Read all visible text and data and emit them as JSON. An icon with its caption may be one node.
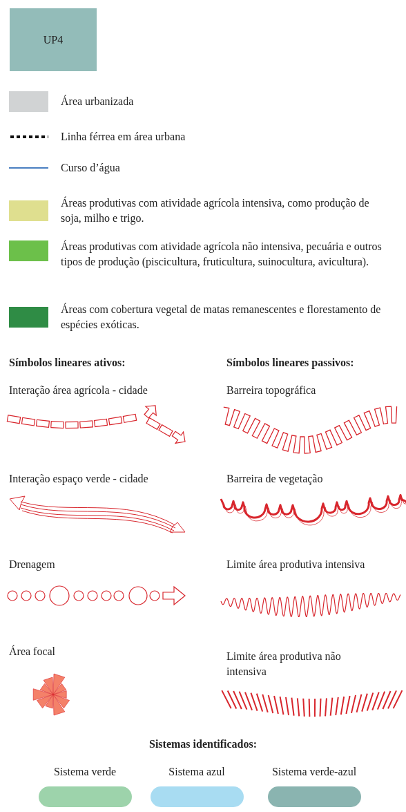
{
  "diagram": {
    "nodes": [
      {
        "text": [
          "UP4"
        ]
      }
    ],
    "labels": [
      "Símbolos lineares ativos:",
      "Símbolos lineares passivos:",
      "Sistemas identificados:"
    ],
    "legend": [
      {
        "text": "Área urbanizada",
        "color": "#d1d3d4"
      },
      {
        "text": "Linha férrea em área urbana"
      },
      {
        "text": "Curso d’água"
      },
      {
        "text": "Áreas produtivas com atividade agrícola intensiva, como produção de soja, milho e trigo.",
        "color": "#dfdf8f"
      },
      {
        "text": "Áreas produtivas com atividade agrícola não intensiva, pecuária e outros tipos de produção (piscicultura, fruticultura, suinocultura, avicultura).",
        "color": "#6cc04a"
      },
      {
        "text": "Áreas com cobertura vegetal de matas remanescentes e florestamento de espécies exóticas.",
        "color": "#2f8c45"
      },
      {
        "text": "Interação área agrícola - cidade"
      },
      {
        "text": "Barreira topográfica"
      },
      {
        "text": "Interação espaço verde - cidade"
      },
      {
        "text": "Barreira de vegetação"
      },
      {
        "text": "Drenagem"
      },
      {
        "text": "Limite área produtiva intensiva"
      },
      {
        "text": "Área focal"
      },
      {
        "text": "Limite área produtiva não intensiva"
      },
      {
        "text": "Sistema verde",
        "color": "#9dd3ab"
      },
      {
        "text": "Sistema azul",
        "color": "#a8dcf2"
      },
      {
        "text": "Sistema verde-azul",
        "color": "#8ab4b0"
      }
    ]
  }
}
